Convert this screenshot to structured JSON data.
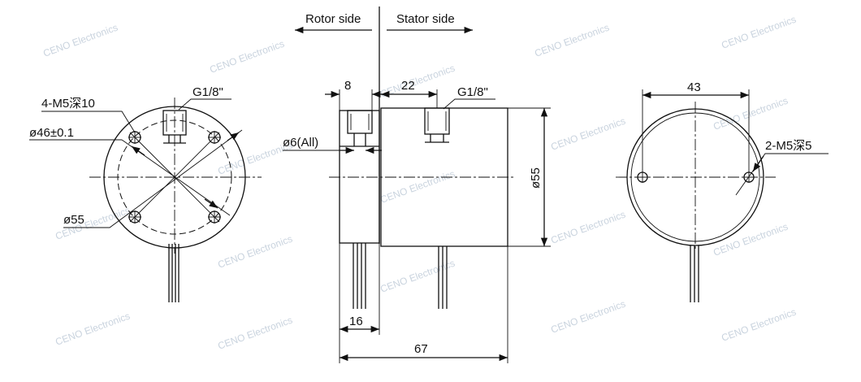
{
  "header": {
    "rotor_side": "Rotor side",
    "stator_side": "Stator side"
  },
  "front_view": {
    "port_thread": "G1/8\"",
    "mount_holes": "4-M5深10",
    "bolt_circle": "ø46±0.1",
    "outer_diameter": "ø55"
  },
  "side_view": {
    "rotor_width": "8",
    "port_offset": "22",
    "port_thread": "G1/8\"",
    "bore": "ø6(All)",
    "body_diameter": "ø55",
    "rotor_length": "16",
    "total_length": "67"
  },
  "rear_view": {
    "hole_spacing": "43",
    "mount_holes": "2-M5深5"
  },
  "watermark": "CENO Electronics",
  "colors": {
    "line": "#111111",
    "watermark": "#c9d3de"
  }
}
